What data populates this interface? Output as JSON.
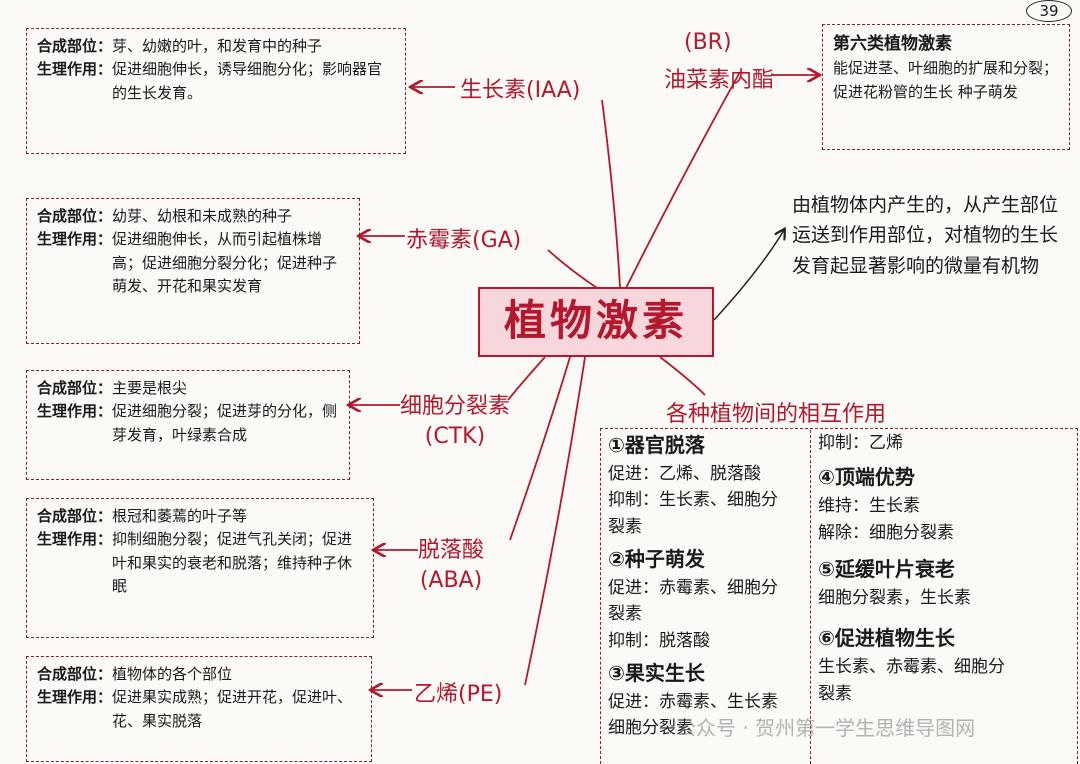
{
  "page_number": "39",
  "center_title": "植物激素",
  "hormones": [
    {
      "name": "生长素(IAA)",
      "synthesis_label": "合成部位：",
      "synthesis": "芽、幼嫩的叶，和发育中的种子",
      "function_label": "生理作用：",
      "function": "促进细胞伸长，诱导细胞分化；影响器官的生长发育。"
    },
    {
      "name": "赤霉素(GA)",
      "synthesis_label": "合成部位：",
      "synthesis": "幼芽、幼根和未成熟的种子",
      "function_label": "生理作用：",
      "function": "促进细胞伸长，从而引起植株增高；促进细胞分裂分化；促进种子萌发、开花和果实发育"
    },
    {
      "name_line1": "细胞分裂素",
      "name_line2": "(CTK)",
      "synthesis_label": "合成部位：",
      "synthesis": "主要是根尖",
      "function_label": "生理作用：",
      "function": "促进细胞分裂；促进芽的分化，侧芽发育，叶绿素合成"
    },
    {
      "name_line1": "脱落酸",
      "name_line2": "(ABA)",
      "synthesis_label": "合成部位：",
      "synthesis": "根冠和萎蔫的叶子等",
      "function_label": "生理作用：",
      "function": "抑制细胞分裂；促进气孔关闭；促进叶和果实的衰老和脱落；维持种子休眠"
    },
    {
      "name": "乙烯(PE)",
      "synthesis_label": "合成部位：",
      "synthesis": "植物体的各个部位",
      "function_label": "生理作用：",
      "function": "促进果实成熟；促进开花，促进叶、花、果实脱落"
    }
  ],
  "br": {
    "abbr": "(BR)",
    "name": "油菜素内酯",
    "box_title": "第六类植物激素",
    "box_text": "能促进茎、叶细胞的扩展和分裂；促进花粉管的生长 种子萌发"
  },
  "definition": "由植物体内产生的，从产生部位运送到作用部位，对植物的生长发育起显著影响的微量有机物",
  "interaction": {
    "title": "各种植物间的相互作用",
    "left": [
      {
        "head": "①器官脱落",
        "lines": [
          "促进：乙烯、脱落酸",
          "抑制：生长素、细胞分",
          "裂素"
        ]
      },
      {
        "head": "②种子萌发",
        "lines": [
          "促进：赤霉素、细胞分",
          "裂素",
          "抑制：脱落酸"
        ]
      },
      {
        "head": "③果实生长",
        "lines": [
          "促进：赤霉素、生长素",
          "细胞分裂素"
        ]
      }
    ],
    "right": [
      {
        "head": "",
        "lines": [
          "抑制：乙烯"
        ]
      },
      {
        "head": "④顶端优势",
        "lines": [
          "维持：生长素",
          "解除：细胞分裂素"
        ]
      },
      {
        "head": "⑤延缓叶片衰老",
        "lines": [
          "细胞分裂素，生长素"
        ]
      },
      {
        "head": "⑥促进植物生长",
        "lines": [
          "生长素、赤霉素、细胞分",
          "裂素"
        ]
      }
    ]
  },
  "watermark": "公众号 · 贺州第一学生思维导图网",
  "colors": {
    "accent": "#b5172d",
    "border": "#8a1f2c",
    "center_fill": "#f7d6dc"
  }
}
